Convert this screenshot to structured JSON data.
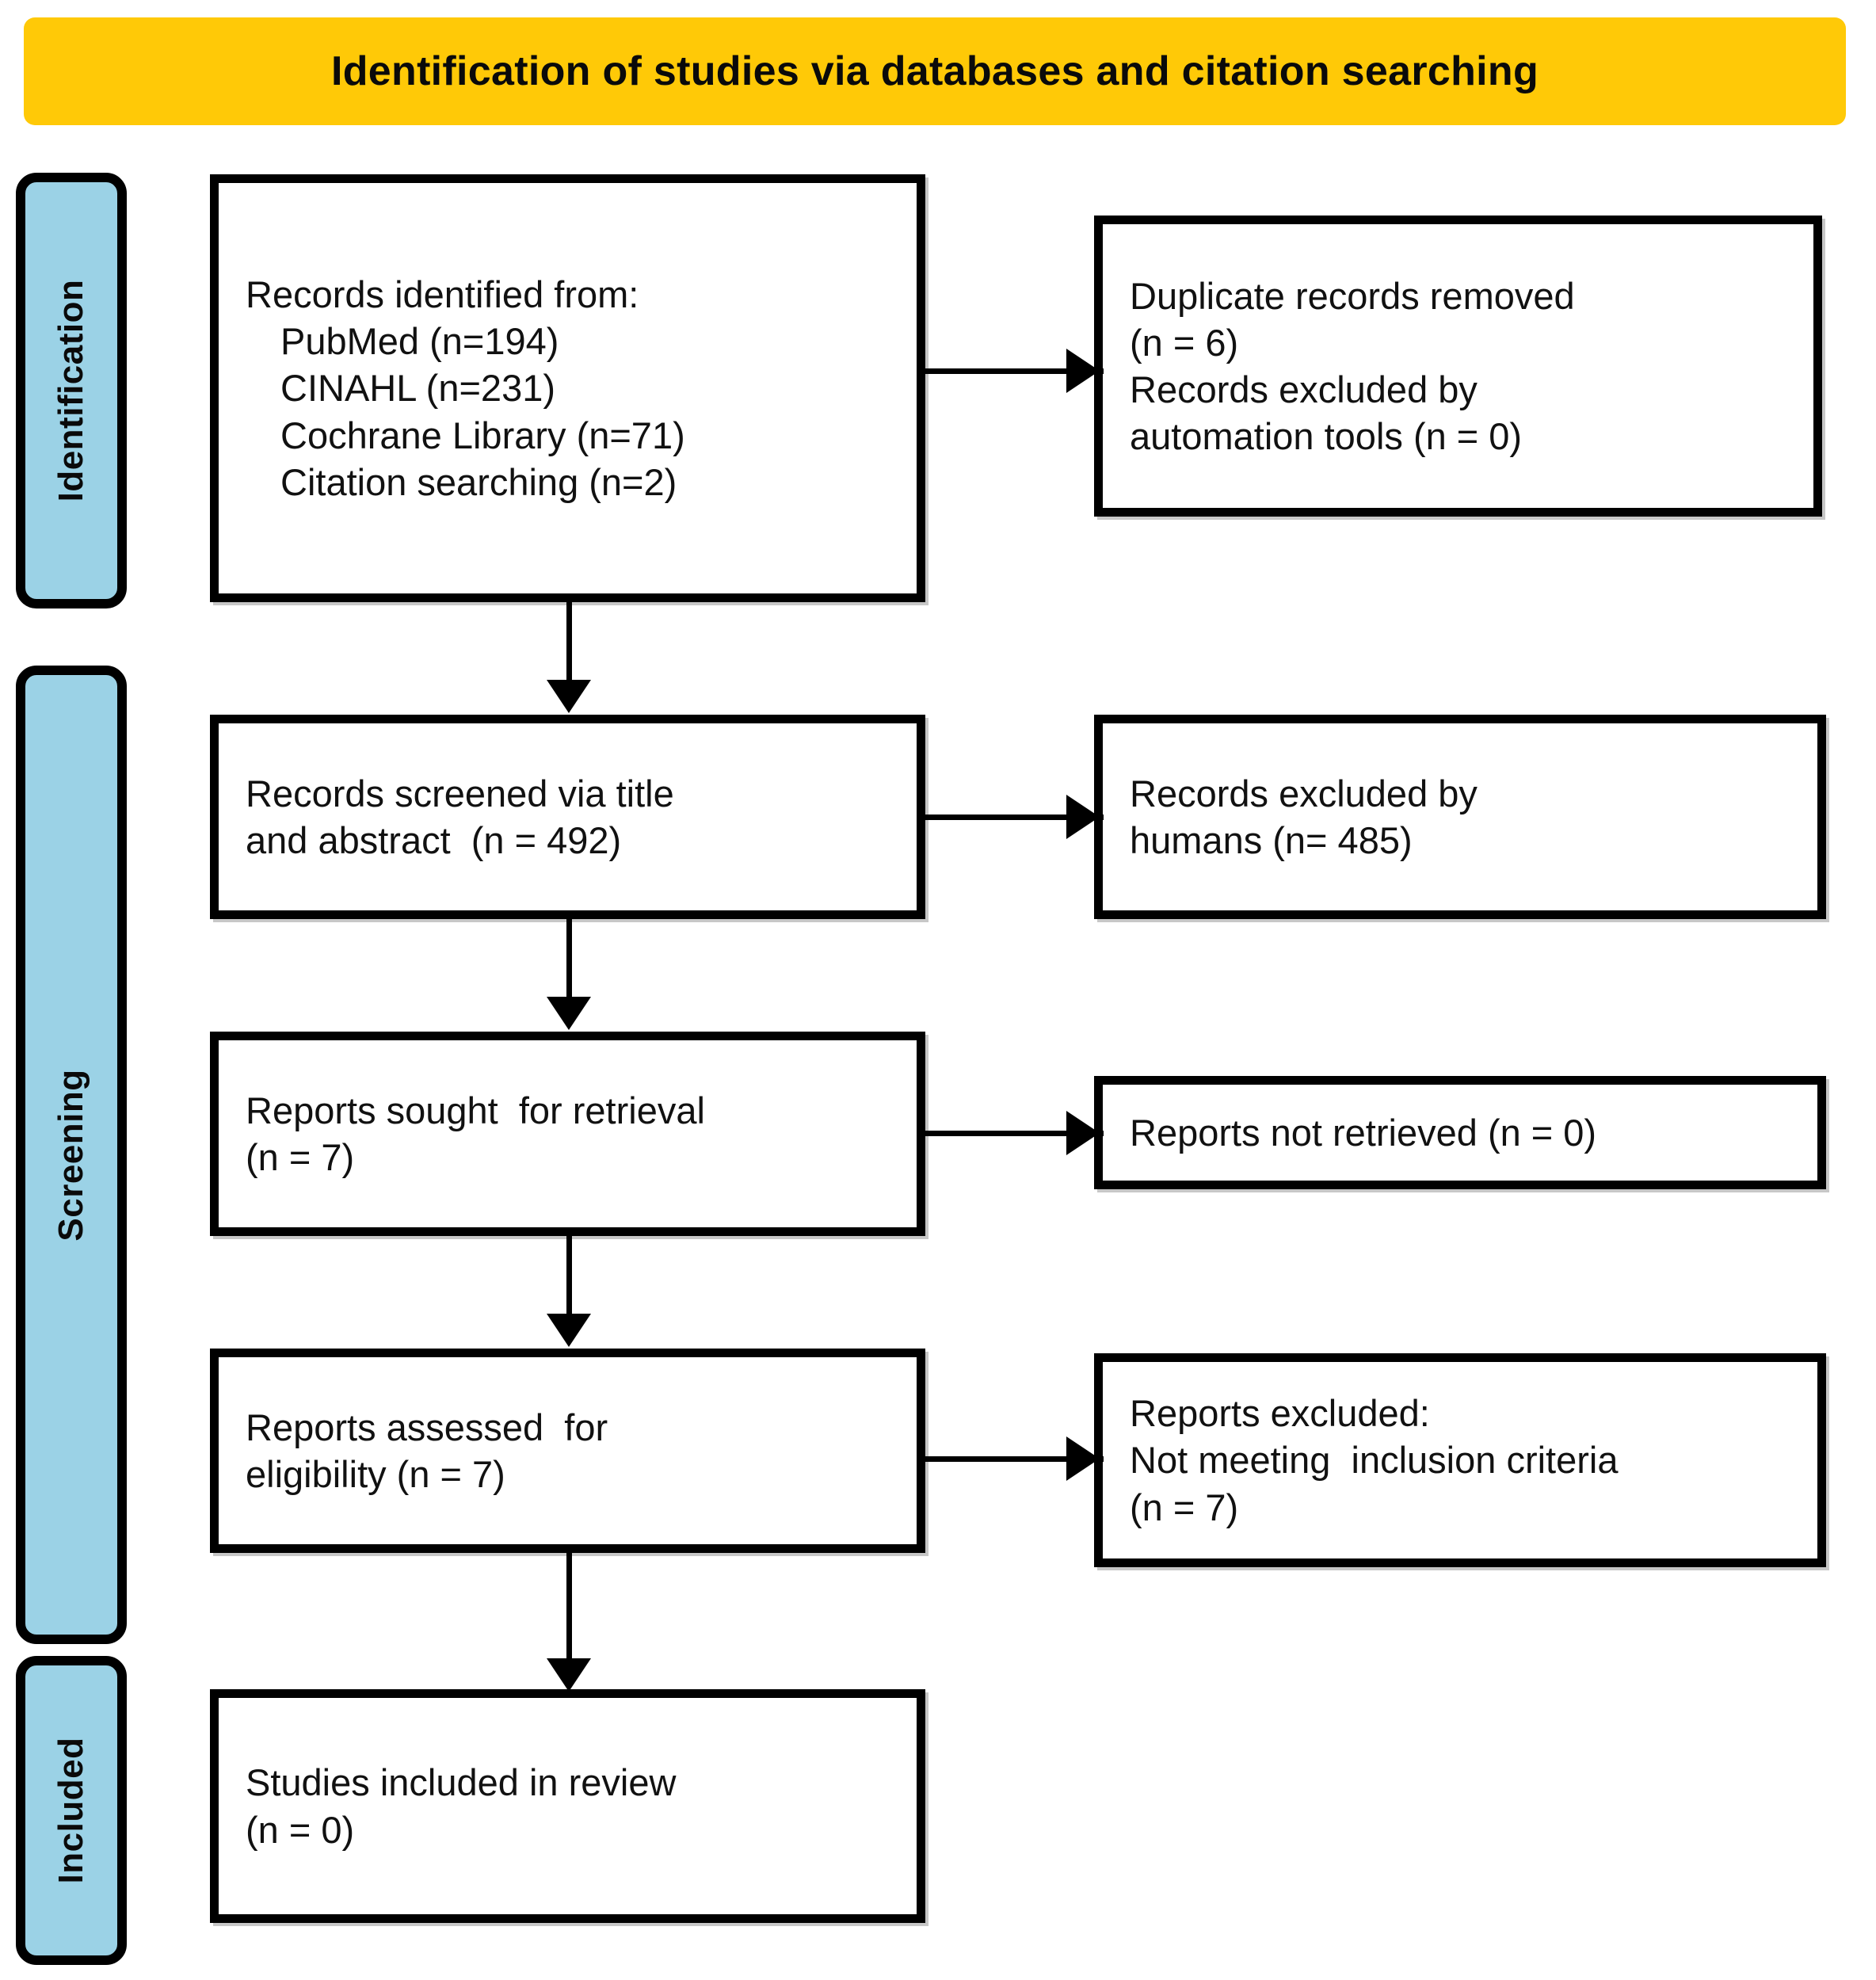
{
  "diagram": {
    "title": "Identification of studies via databases and citation searching",
    "colors": {
      "banner": "#FFC907",
      "stage_bar": "#9BD2E6",
      "outline": "#000000",
      "box_fill": "#FFFFFF"
    }
  },
  "stages": [
    {
      "label": "Identification"
    },
    {
      "label": "Screening"
    },
    {
      "label": "Included"
    }
  ],
  "boxes": {
    "records_identified": {
      "lines": [
        "Records identified from:",
        "PubMed (n=194)",
        "CINAHL (n=231)",
        "Cochrane Library (n=71)",
        "Citation searching (n=2)"
      ]
    },
    "duplicates_removed": {
      "lines": [
        "Duplicate records removed",
        "(n = 6)",
        "Records excluded by",
        "automation tools (n = 0)"
      ]
    },
    "records_screened": {
      "lines": [
        "Records screened via title",
        "and abstract  (n = 492)"
      ]
    },
    "records_excluded_humans": {
      "lines": [
        "Records excluded by",
        "humans (n= 485)"
      ]
    },
    "reports_sought": {
      "lines": [
        "Reports sought  for retrieval",
        "(n = 7)"
      ]
    },
    "reports_not_retrieved": {
      "lines": [
        "Reports not retrieved (n = 0)"
      ]
    },
    "reports_assessed": {
      "lines": [
        "Reports assessed  for",
        "eligibility (n = 7)"
      ]
    },
    "reports_excluded": {
      "lines": [
        "Reports excluded:",
        "Not meeting  inclusion criteria",
        "(n = 7)"
      ]
    },
    "studies_included": {
      "lines": [
        "Studies included in review",
        "(n = 0)"
      ]
    }
  }
}
